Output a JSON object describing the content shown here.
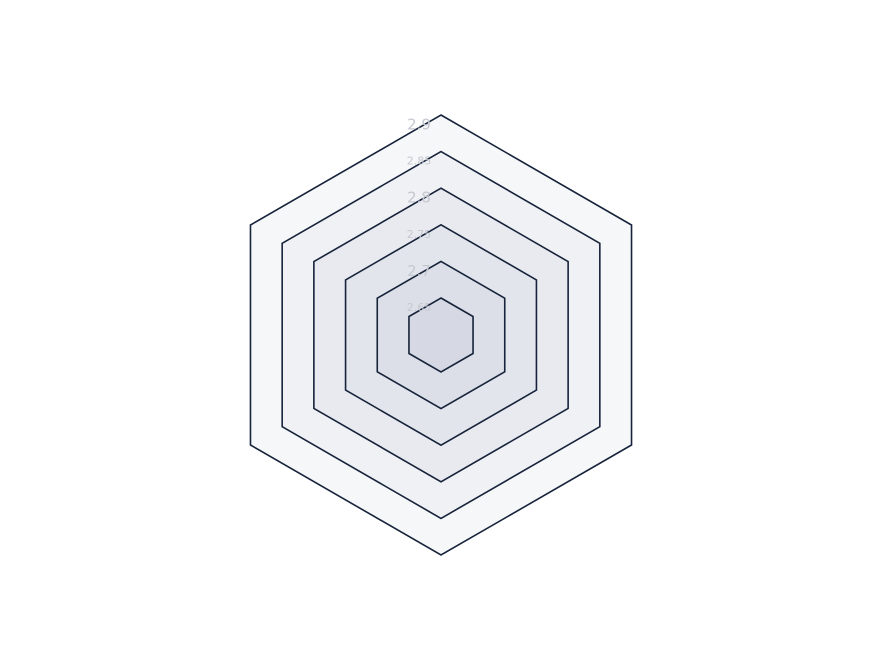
{
  "chart_data": {
    "type": "radar",
    "title": "",
    "axes_count": 6,
    "series": [],
    "radial_axis": {
      "min": 2.65,
      "max": 2.9,
      "ticks": [
        {
          "value": 2.65,
          "label": "2.65",
          "major": false
        },
        {
          "value": 2.7,
          "label": "2.7",
          "major": true
        },
        {
          "value": 2.75,
          "label": "2.75",
          "major": false
        },
        {
          "value": 2.8,
          "label": "2.8",
          "major": true
        },
        {
          "value": 2.85,
          "label": "2.85",
          "major": false
        },
        {
          "value": 2.9,
          "label": "2.9",
          "major": true
        }
      ]
    },
    "grid": true,
    "legend": "none",
    "colors": {
      "ring_stroke": "#16233a",
      "ring_fills": [
        "#d6d9e3",
        "#dcdfe7",
        "#e3e5ec",
        "#e9eaf0",
        "#f0f1f5",
        "#f6f7f9"
      ],
      "label": "#c4c8cf"
    }
  }
}
